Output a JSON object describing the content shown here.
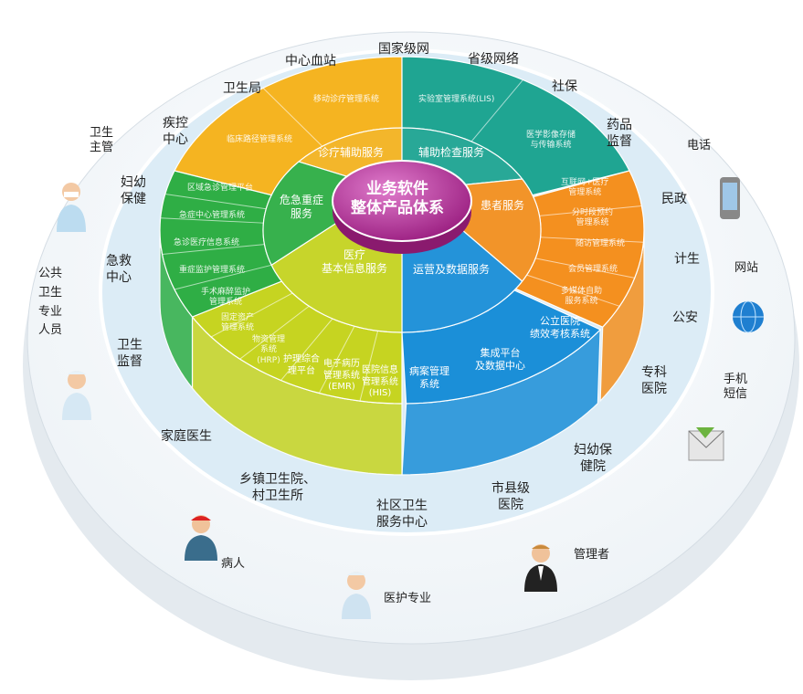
{
  "colors": {
    "yellow": "#f5b421",
    "teal": "#1fa592",
    "orange": "#f4901f",
    "blue": "#1b8fd8",
    "lime": "#c6d421",
    "green": "#2fae45",
    "purple": "#b0308f",
    "ring": "#dcecf6"
  },
  "center": {
    "title": "业务软件\n整体产品体系"
  },
  "inner": {
    "clinical_aux": "诊疗辅助服务",
    "exam_aux": "辅助检查服务",
    "patient": "患者服务",
    "ops": "运营及数据服务",
    "basic_info": "医疗\n基本信息服务",
    "emergency": "危急重症\n服务"
  },
  "systems": {
    "yellow": [
      "移动诊疗管理系统",
      "临床路径管理系统"
    ],
    "teal": [
      "实验室管理系统(LIS)",
      "医学影像存储\n与传输系统"
    ],
    "orange": [
      "互联网+医疗\n管理系统",
      "分时段预约\n管理系统",
      "随访管理系统",
      "会员管理系统",
      "多媒体自助\n服务系统"
    ],
    "blue": [
      "公立医院\n绩效考核系统",
      "集成平台\n及数据中心",
      "病案管理\n系统"
    ],
    "lime": [
      "医院信息\n管理系统\n(HIS)",
      "电子病历\n管理系统\n(EMR)",
      "护理综合\n理平台",
      "物资管理\n系统\n(HRP)",
      "固定资产\n管理系统"
    ],
    "green": [
      "区域急诊管理平台",
      "急症中心管理系统",
      "急诊医疗信息系统",
      "重症监护管理系统",
      "手术麻醉监护\n管理系统"
    ]
  },
  "outer": [
    "国家级网",
    "省级网络",
    "社保",
    "药品\n监督",
    "民政",
    "计生",
    "公安",
    "专科\n医院",
    "妇幼保\n健院",
    "市县级\n医院",
    "社区卫生\n服务中心",
    "乡镇卫生院、\n村卫生所",
    "家庭医生",
    "卫生\n监督",
    "急救\n中心",
    "妇幼\n保健",
    "疾控\n中心",
    "卫生局",
    "中心血站"
  ],
  "edge": {
    "health_admin": "卫生\n主管",
    "public_health": "公共\n卫生\n专业\n人员",
    "phone": "电话",
    "website": "网站",
    "sms": "手机\n短信",
    "patient": "病人",
    "medical": "医护专业",
    "manager": "管理者"
  }
}
